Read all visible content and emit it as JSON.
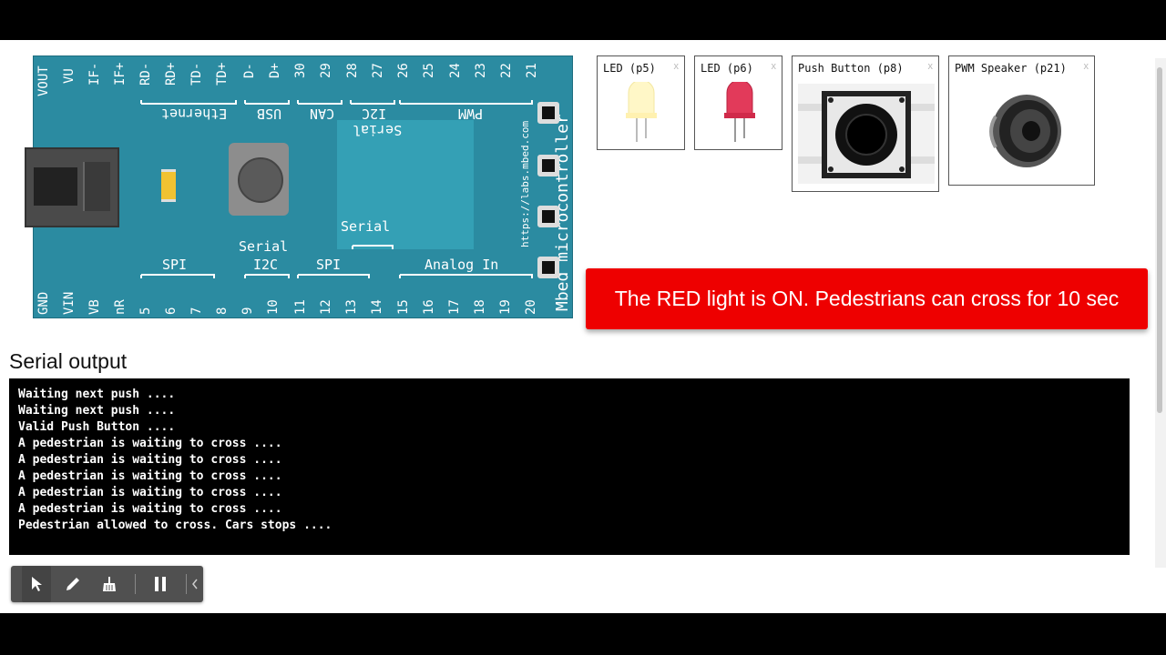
{
  "board": {
    "top_pins": [
      "VOUT",
      "VU",
      "IF-",
      "IF+",
      "RD-",
      "RD+",
      "TD-",
      "TD+",
      "D-",
      "D+",
      "30",
      "29",
      "28",
      "27",
      "26",
      "25",
      "24",
      "23",
      "22",
      "21"
    ],
    "bottom_pins": [
      "GND",
      "VIN",
      "VB",
      "nR",
      "5",
      "6",
      "7",
      "8",
      "9",
      "10",
      "11",
      "12",
      "13",
      "14",
      "15",
      "16",
      "17",
      "18",
      "19",
      "20"
    ],
    "top_groups": [
      "Ethernet",
      "USB",
      "CAN",
      "I2C",
      "Serial",
      "PWM"
    ],
    "bottom_groups": [
      "SPI",
      "Serial",
      "I2C",
      "SPI",
      "Serial",
      "Analog In"
    ],
    "url": "https://labs.mbed.com",
    "side_label": "Mbed microcontroller"
  },
  "components": [
    {
      "title": "LED (p5)",
      "close": "x",
      "icon": "yellow-led-icon"
    },
    {
      "title": "LED (p6)",
      "close": "x",
      "icon": "red-led-icon"
    },
    {
      "title": "Push Button (p8)",
      "close": "x",
      "icon": "push-button-icon"
    },
    {
      "title": "PWM Speaker (p21)",
      "close": "x",
      "icon": "speaker-icon"
    }
  ],
  "banner": {
    "text": "The RED light is ON. Pedestrians can cross for 10 sec",
    "color": "#ee0000"
  },
  "serial": {
    "heading": "Serial output",
    "lines": [
      "Waiting next push ....",
      "Waiting next push ....",
      "Valid Push Button ....",
      "A pedestrian is waiting to cross ....",
      "A pedestrian is waiting to cross ....",
      "A pedestrian is waiting to cross ....",
      "A pedestrian is waiting to cross ....",
      "A pedestrian is waiting to cross ....",
      "Pedestrian allowed to cross. Cars stops ...."
    ]
  },
  "toolbar": {
    "tools": [
      "pointer-icon",
      "pencil-icon",
      "broom-icon",
      "pause-icon",
      "collapse-chevron-icon"
    ]
  }
}
